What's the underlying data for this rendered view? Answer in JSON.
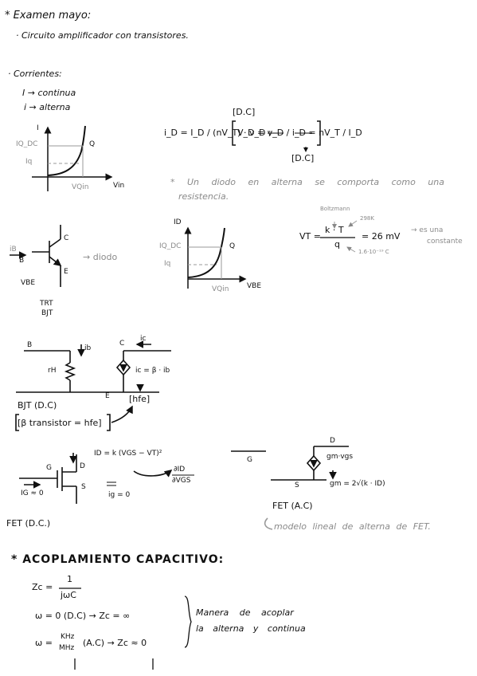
{
  "header": {
    "title": "* Examen mayo:",
    "subtitle": "· Circuito amplificador con transistores."
  },
  "currents": {
    "heading": "· Corrientes:",
    "dc": "I → continua",
    "ac": "i → alterna"
  },
  "graph1": {
    "y_label": "I",
    "x_label": "Vin",
    "iq_dc": "IQ_DC",
    "iq": "Iq",
    "q": "Q",
    "vqin": "VQin"
  },
  "equation1": {
    "lhs": "i_D = I_D / (nV_T) · v_D ;",
    "dc_top": "[D.C]",
    "body": "V_D = v_D / i_D = nV_T / I_D",
    "dc_bottom": "[D.C]"
  },
  "diode_note": {
    "line1": "* Un diodo en alterna se comporta como una",
    "line2": "resistencia."
  },
  "bjt": {
    "label_c": "C",
    "label_b": "B",
    "label_e": "E",
    "ib": "iB",
    "vbe": "VBE",
    "arrow": "→ diodo",
    "type1": "TRT",
    "type2": "BJT"
  },
  "graph2": {
    "y_label": "ID",
    "x_label": "VBE",
    "iq_dc": "IQ_DC",
    "iq": "Iq",
    "q": "Q",
    "vqin": "VQin"
  },
  "thermal": {
    "boltzmann": "Boltzmann",
    "temp": "298K",
    "lhs": "VT =",
    "numerator": "k · T",
    "denominator": "q",
    "charge": "1.6·10⁻¹⁹ C",
    "result": "= 26 mV",
    "note1": "→ es una",
    "note2": "constante"
  },
  "bjt_model": {
    "label_b": "B",
    "label_c": "C",
    "label_e": "E",
    "ib": "ib",
    "ic": "ic",
    "rh": "rH",
    "eq": "ic = β · ib",
    "yfe": "[hfe]",
    "caption": "BJT (D.C)",
    "bracket": "[β transistor = hfe]"
  },
  "fet": {
    "label_g": "G",
    "label_d": "D",
    "label_s": "S",
    "ig_arrow": "IG ≈ 0",
    "ig_small": "ig = 0",
    "id_eq": "ID = k (VGS − VT)²",
    "deriv_num": "∂ID",
    "deriv_den": "∂VGS",
    "caption": "FET (D.C.)"
  },
  "fet_ac": {
    "label_g": "G",
    "label_d": "D",
    "label_s": "S",
    "src": "gm·vgs",
    "gm": "gm = 2√(k · ID)",
    "caption": "FET (A.C)",
    "note": "modelo lineal de alterna de FET."
  },
  "coupling": {
    "heading": "* ACOPLAMIENTO CAPACITIVO:",
    "zc_lhs": "Zc =",
    "zc_num": "1",
    "zc_den": "jωC",
    "line_dc": "ω = 0 (D.C) → Zc = ∞",
    "line_ac_w": "ω =",
    "line_ac_khz": "KHz",
    "line_ac_mhz": "MHz",
    "line_ac_rest": "(A.C) → Zc ≈ 0",
    "brace_note1": "Manera de acoplar",
    "brace_note2": "la alterna y continua"
  }
}
